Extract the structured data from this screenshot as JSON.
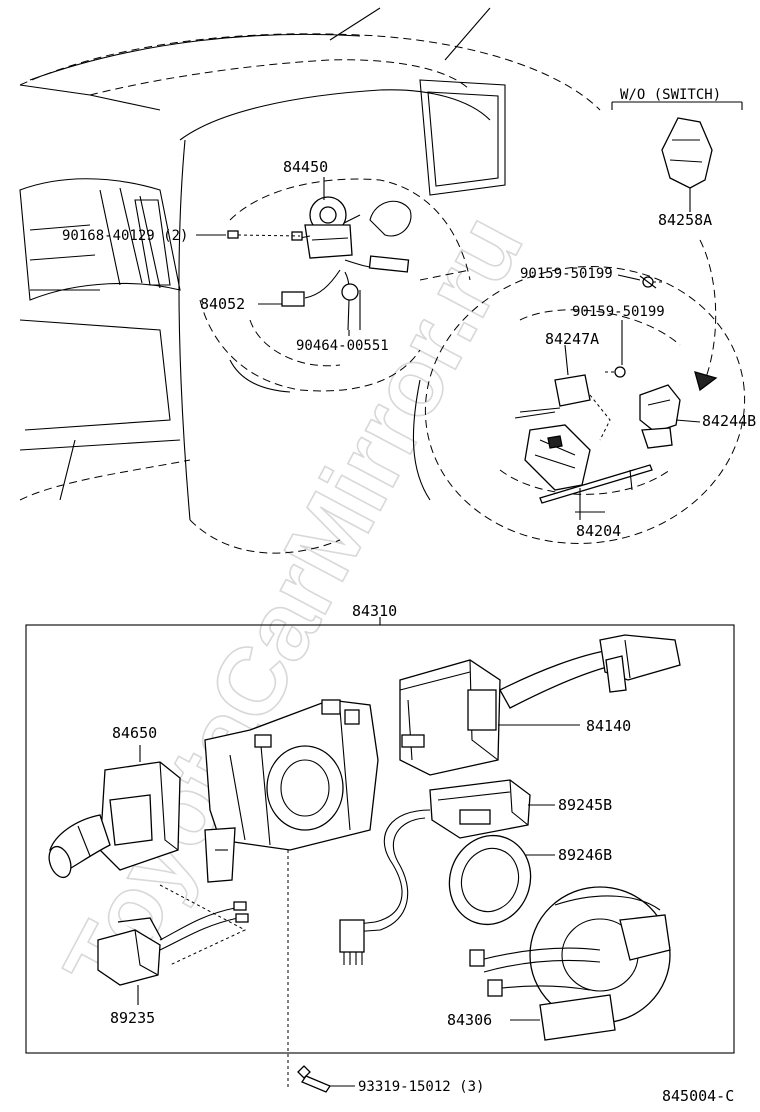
{
  "diagram": {
    "labels": {
      "p84450": "84450",
      "p90168": "90168-40129 (2)",
      "p84052": "84052",
      "p90464": "90464-00551",
      "wo_switch": "W/O (SWITCH)",
      "p84258A": "84258A",
      "p90159_a": "90159-50199",
      "p90159_b": "90159-50199",
      "p84247A": "84247A",
      "p84244B": "84244B",
      "p84204": "84204",
      "p84310": "84310",
      "p84140": "84140",
      "p84650": "84650",
      "p89245B": "89245B",
      "p89246B": "89246B",
      "p89235": "89235",
      "p84306": "84306",
      "p93319": "93319-15012 (3)",
      "ref": "845004-C"
    },
    "watermark": "ToyotaCarMirror.ru"
  }
}
